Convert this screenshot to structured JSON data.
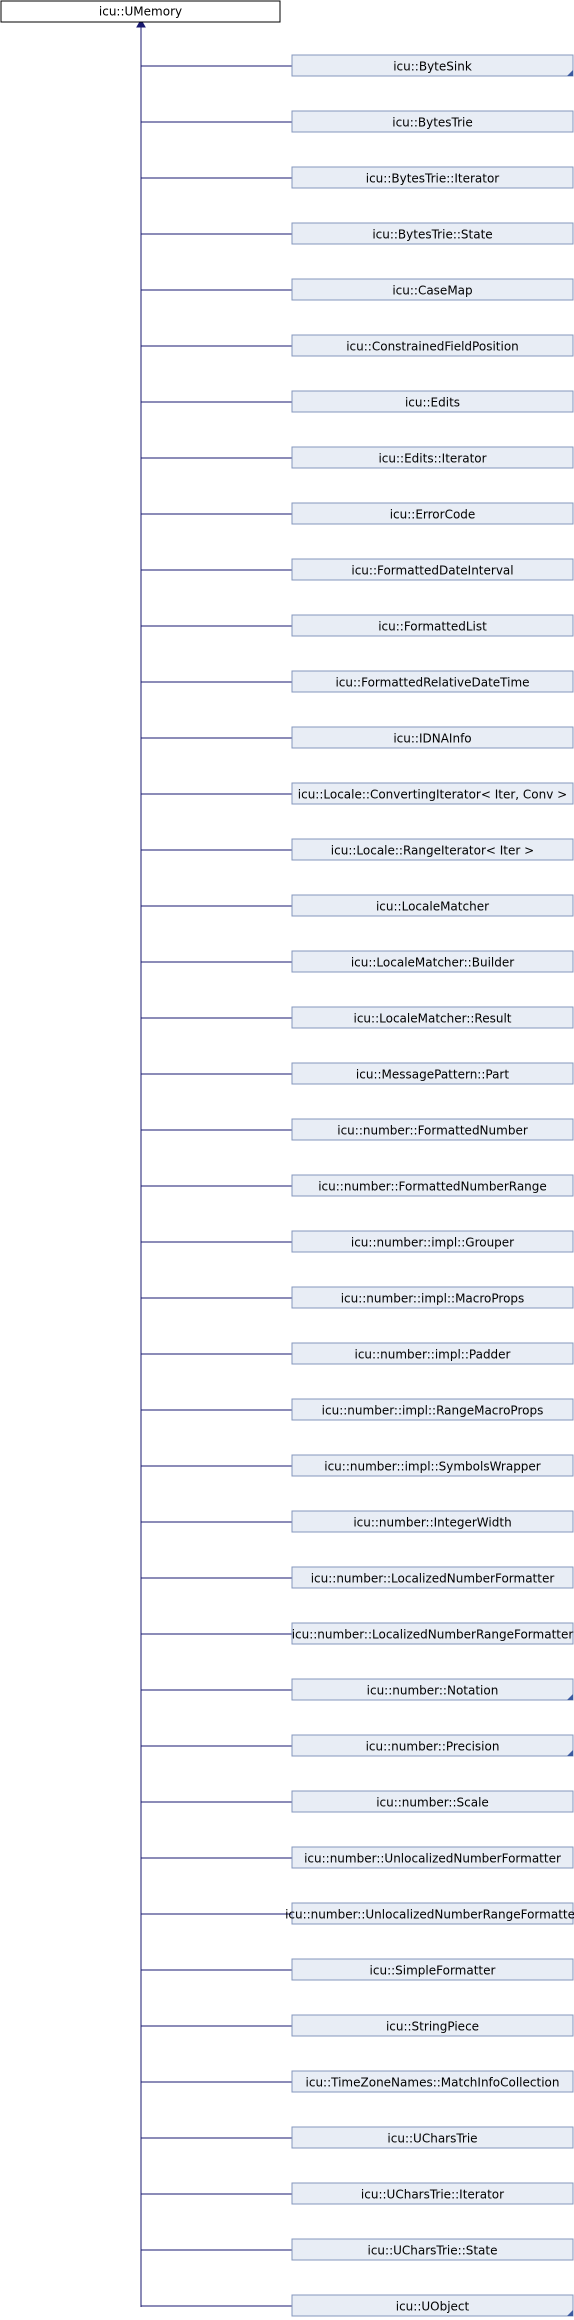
{
  "colors": {
    "edge": "#191970",
    "node_fill": "#e8edf5",
    "node_border": "#8497bd",
    "root_fill": "#ffffff",
    "root_border": "#000000",
    "corner_mark": "#3b5aa0"
  },
  "root": {
    "label": "icu::UMemory"
  },
  "children": [
    {
      "label": "icu::ByteSink",
      "has_more": true
    },
    {
      "label": "icu::BytesTrie",
      "has_more": false
    },
    {
      "label": "icu::BytesTrie::Iterator",
      "has_more": false
    },
    {
      "label": "icu::BytesTrie::State",
      "has_more": false
    },
    {
      "label": "icu::CaseMap",
      "has_more": false
    },
    {
      "label": "icu::ConstrainedFieldPosition",
      "has_more": false
    },
    {
      "label": "icu::Edits",
      "has_more": false
    },
    {
      "label": "icu::Edits::Iterator",
      "has_more": false
    },
    {
      "label": "icu::ErrorCode",
      "has_more": false
    },
    {
      "label": "icu::FormattedDateInterval",
      "has_more": false
    },
    {
      "label": "icu::FormattedList",
      "has_more": false
    },
    {
      "label": "icu::FormattedRelativeDateTime",
      "has_more": false
    },
    {
      "label": "icu::IDNAInfo",
      "has_more": false
    },
    {
      "label": "icu::Locale::ConvertingIterator< Iter, Conv >",
      "has_more": false
    },
    {
      "label": "icu::Locale::RangeIterator< Iter >",
      "has_more": false
    },
    {
      "label": "icu::LocaleMatcher",
      "has_more": false
    },
    {
      "label": "icu::LocaleMatcher::Builder",
      "has_more": false
    },
    {
      "label": "icu::LocaleMatcher::Result",
      "has_more": false
    },
    {
      "label": "icu::MessagePattern::Part",
      "has_more": false
    },
    {
      "label": "icu::number::FormattedNumber",
      "has_more": false
    },
    {
      "label": "icu::number::FormattedNumberRange",
      "has_more": false
    },
    {
      "label": "icu::number::impl::Grouper",
      "has_more": false
    },
    {
      "label": "icu::number::impl::MacroProps",
      "has_more": false
    },
    {
      "label": "icu::number::impl::Padder",
      "has_more": false
    },
    {
      "label": "icu::number::impl::RangeMacroProps",
      "has_more": false
    },
    {
      "label": "icu::number::impl::SymbolsWrapper",
      "has_more": false
    },
    {
      "label": "icu::number::IntegerWidth",
      "has_more": false
    },
    {
      "label": "icu::number::LocalizedNumberFormatter",
      "has_more": false
    },
    {
      "label": "icu::number::LocalizedNumberRangeFormatter",
      "has_more": false
    },
    {
      "label": "icu::number::Notation",
      "has_more": true
    },
    {
      "label": "icu::number::Precision",
      "has_more": true
    },
    {
      "label": "icu::number::Scale",
      "has_more": false
    },
    {
      "label": "icu::number::UnlocalizedNumberFormatter",
      "has_more": false
    },
    {
      "label": "icu::number::UnlocalizedNumberRangeFormatter",
      "has_more": false
    },
    {
      "label": "icu::SimpleFormatter",
      "has_more": false
    },
    {
      "label": "icu::StringPiece",
      "has_more": false
    },
    {
      "label": "icu::TimeZoneNames::MatchInfoCollection",
      "has_more": false
    },
    {
      "label": "icu::UCharsTrie",
      "has_more": false
    },
    {
      "label": "icu::UCharsTrie::Iterator",
      "has_more": false
    },
    {
      "label": "icu::UCharsTrie::State",
      "has_more": false
    },
    {
      "label": "icu::UObject",
      "has_more": true
    }
  ]
}
